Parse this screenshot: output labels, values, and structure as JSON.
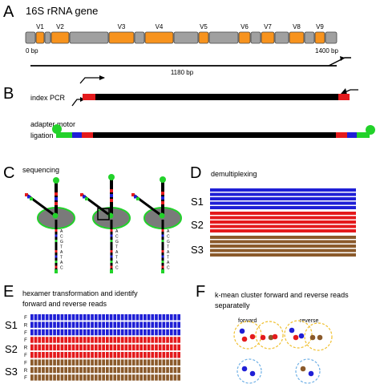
{
  "colors": {
    "orange": "#F7931E",
    "gray": "#A0A0A0",
    "red": "#E41A1C",
    "blue": "#1F1FD6",
    "green": "#22D22A",
    "brown": "#8B5A2B",
    "dark_gray": "#7A7A7A"
  },
  "panel_a": {
    "letter": "A",
    "title": "16S rRNA gene",
    "regions": [
      "V1",
      "V2",
      "V3",
      "V4",
      "V5",
      "V6",
      "V7",
      "V8",
      "V9"
    ],
    "start_label": "0 bp",
    "end_label": "1400 bp",
    "amplicon_label": "1180 bp"
  },
  "panel_b": {
    "letter": "B",
    "index_label": "index PCR",
    "adapter_label_1": "adapter motor",
    "adapter_label_2": "ligation"
  },
  "panel_c": {
    "letter": "C",
    "title": "sequencing",
    "sequence_letters": "ACGTATAC"
  },
  "panel_d": {
    "letter": "D",
    "title": "demultiplexing",
    "samples": [
      "S1",
      "S2",
      "S3"
    ]
  },
  "panel_e": {
    "letter": "E",
    "title_1": "hexamer transformation and identify",
    "title_2": "forward and reverse reads",
    "samples": [
      "S1",
      "S2",
      "S3"
    ],
    "row_labels": [
      "F",
      "R",
      "F",
      "F",
      "R",
      "F",
      "F",
      "R",
      "F"
    ]
  },
  "panel_f": {
    "letter": "F",
    "title_1": "k-mean cluster forward and reverse reads",
    "title_2": "separatelly",
    "forward_label": "forward",
    "reverse_label": "reverse"
  }
}
